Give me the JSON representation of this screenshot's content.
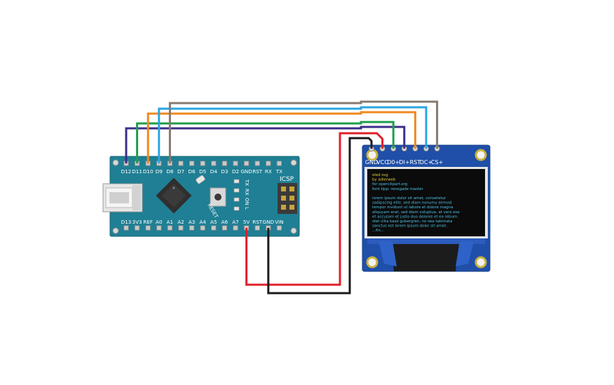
{
  "nano": {
    "top_pins": [
      "D12",
      "D11",
      "D10",
      "D9",
      "D8",
      "D7",
      "D6",
      "D5",
      "D4",
      "D3",
      "D2",
      "GND",
      "RST",
      "RX",
      "TX"
    ],
    "bottom_pins": [
      "D13",
      "3V3",
      "REF",
      "A0",
      "A1",
      "A2",
      "A3",
      "A4",
      "A5",
      "A6",
      "A7",
      "5V",
      "RST",
      "GND",
      "VIN"
    ],
    "icsp_label": "ICSP",
    "reset_label": "RESET",
    "led_labels": [
      "TX",
      "RX",
      "ON",
      "L"
    ],
    "board_color": "#1f7f94"
  },
  "oled": {
    "pins": [
      "GND",
      "VCC",
      "D0+",
      "DI+",
      "RST",
      "DC+",
      "CS+"
    ],
    "board_color": "#1f4fa8",
    "screen_lines": [
      {
        "text": "oled svg",
        "color": "#e3d23a"
      },
      {
        "text": "by adlerweb",
        "color": "#e3d23a"
      },
      {
        "text": "for openclipart.org",
        "color": "#4fc3e8"
      },
      {
        "text": "font tipp: renegade master",
        "color": "#4fc3e8"
      },
      {
        "text": "",
        "color": "#4fc3e8"
      },
      {
        "text": "lorem ipsum dolor sit amet, consetetur",
        "color": "#4fc3e8"
      },
      {
        "text": "sadipscing elitr, sed diam nonumy eirmod",
        "color": "#4fc3e8"
      },
      {
        "text": "tempor invidunt ut labore et dolore magna",
        "color": "#4fc3e8"
      },
      {
        "text": "aliquyam erat, sed diam voluptua. at vero eos",
        "color": "#4fc3e8"
      },
      {
        "text": "et accusam et justo duo dolores et ea rebum.",
        "color": "#4fc3e8"
      },
      {
        "text": "stet clita kasd gubergren, no sea takimata",
        "color": "#4fc3e8"
      },
      {
        "text": "sanctus est lorem ipsum dolor sit amet.",
        "color": "#4fc3e8"
      },
      {
        "text": "...fin...",
        "color": "#4fc3e8"
      }
    ]
  },
  "wires": [
    {
      "from": "D12",
      "to": "DI+",
      "color": "#3b2f8a"
    },
    {
      "from": "D11",
      "to": "D0+",
      "color": "#1e9e4a"
    },
    {
      "from": "D10",
      "to": "RST",
      "color": "#ef8a1f"
    },
    {
      "from": "D9",
      "to": "DC+",
      "color": "#2aa6e0"
    },
    {
      "from": "D8",
      "to": "CS+",
      "color": "#857a70"
    },
    {
      "from": "5V",
      "to": "VCC",
      "color": "#e0202a"
    },
    {
      "from": "GND",
      "to": "GND",
      "color": "#1b1b1b"
    }
  ]
}
